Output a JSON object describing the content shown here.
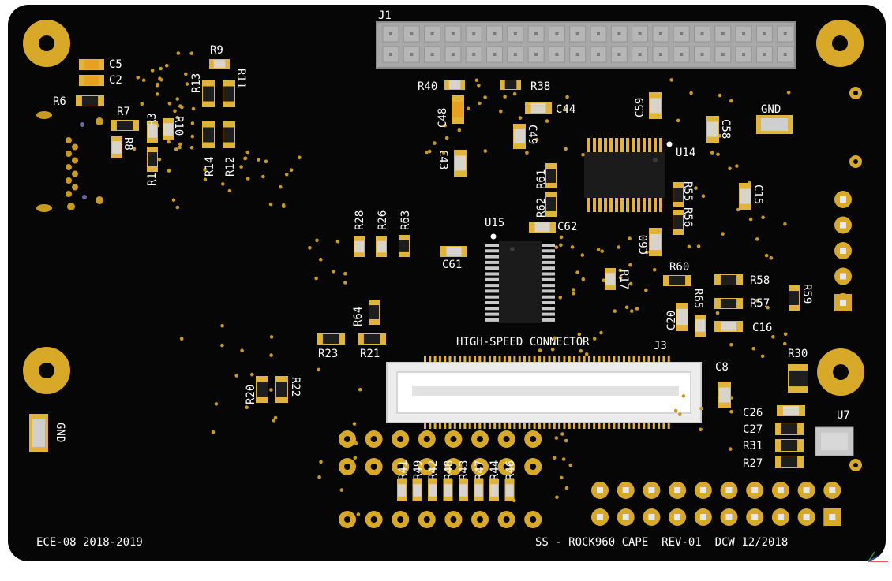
{
  "board": {
    "header_label": "J1",
    "left_footer": "ECE-08 2018-2019",
    "right_footer": "SS - ROCK960 CAPE  REV-01  DCW 12/2018",
    "connector_label": "HIGH-SPEED CONNECTOR",
    "connector_ref": "J3",
    "gnd_top": "GND",
    "gnd_left": "GND",
    "colors": {
      "board": "#060606",
      "pad": "#e0b43a",
      "silk": "#ffffff",
      "header": "#a8a8a8",
      "connector": "#ececec",
      "body": "#1b1b1b"
    }
  },
  "labels": {
    "C5": "C5",
    "C2": "C2",
    "R9": "R9",
    "R13": "R13",
    "R11": "R11",
    "R6": "R6",
    "R7": "R7",
    "R3": "R3",
    "R10": "R10",
    "R8": "R8",
    "R14": "R14",
    "R12": "R12",
    "R1": "R1",
    "R40": "R40",
    "R38": "R38",
    "C48": "C48",
    "C44": "C44",
    "C49": "C49",
    "C59": "C59",
    "GNDT": "GND",
    "C58": "C58",
    "U14": "U14",
    "C43": "C43",
    "R61": "R61",
    "R62": "R62",
    "R55": "R55",
    "R56": "R56",
    "C15": "C15",
    "R28": "R28",
    "R26": "R26",
    "R63": "R63",
    "U15": "U15",
    "C62": "C62",
    "C61": "C61",
    "C60": "C60",
    "R60": "R60",
    "R58": "R58",
    "R17": "R17",
    "R57": "R57",
    "R59": "R59",
    "R65": "R65",
    "C20": "C20",
    "C16": "C16",
    "R64": "R64",
    "R23": "R23",
    "R21": "R21",
    "R30": "R30",
    "C8": "C8",
    "R20": "R20",
    "R22": "R22",
    "C26": "C26",
    "U7": "U7",
    "C27": "C27",
    "R31": "R31",
    "R27": "R27",
    "R41": "R41",
    "R49": "R49",
    "R42": "R42",
    "R48": "R48",
    "R43": "R43",
    "R47": "R47",
    "R44": "R44",
    "R46": "R46"
  }
}
